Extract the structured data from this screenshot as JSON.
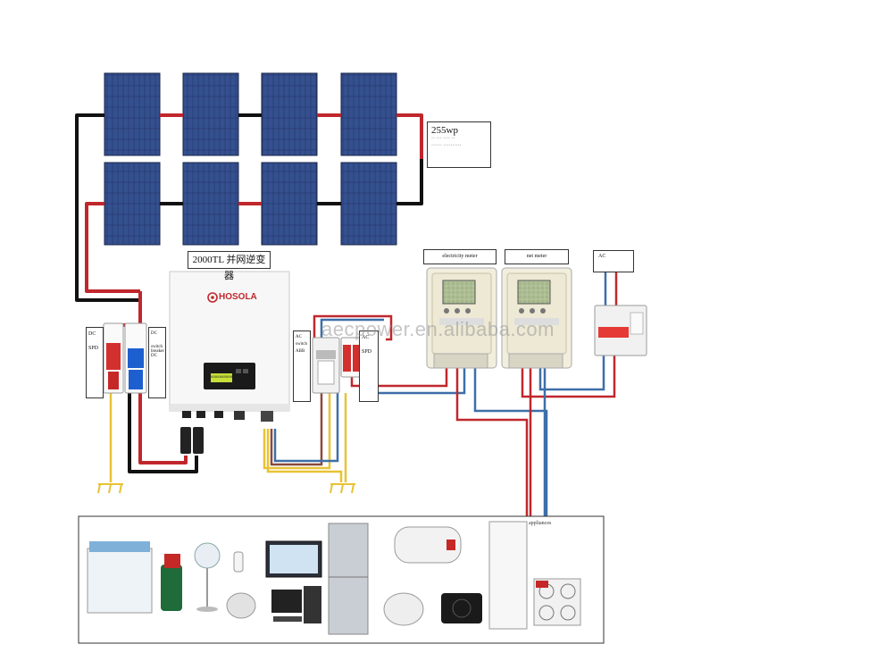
{
  "panel_spec": {
    "line1": "255wp",
    "line2": "·· ··· ···· ··",
    "line3": "······ ··········"
  },
  "inverter": {
    "label": "2000TL 并网逆变器",
    "brand": "HOSOLA",
    "display": "8888888888"
  },
  "meter1": {
    "label": "electricity meter"
  },
  "meter2": {
    "label": "net meter"
  },
  "ac_label": "AC",
  "dc_spd": {
    "line1": "DC",
    "line2": "SPD"
  },
  "dc_breaker": {
    "line1": "DC",
    "line2": "switch",
    "line3": "breaker",
    "line4": "DC"
  },
  "ac_breaker_left": {
    "line1": "AC",
    "line2": "switch",
    "line3": "ABB"
  },
  "ac_spd_right": {
    "line1": "AC",
    "line2": "SPD"
  },
  "appliances_label": "appliances",
  "watermark": "aecpower.en.alibaba.com",
  "colors": {
    "dc_negative": "#111111",
    "dc_positive": "#c0272d",
    "neutral": "#3d6fa8",
    "ground": "#e8c234",
    "ac_brown": "#8b4a3a"
  }
}
